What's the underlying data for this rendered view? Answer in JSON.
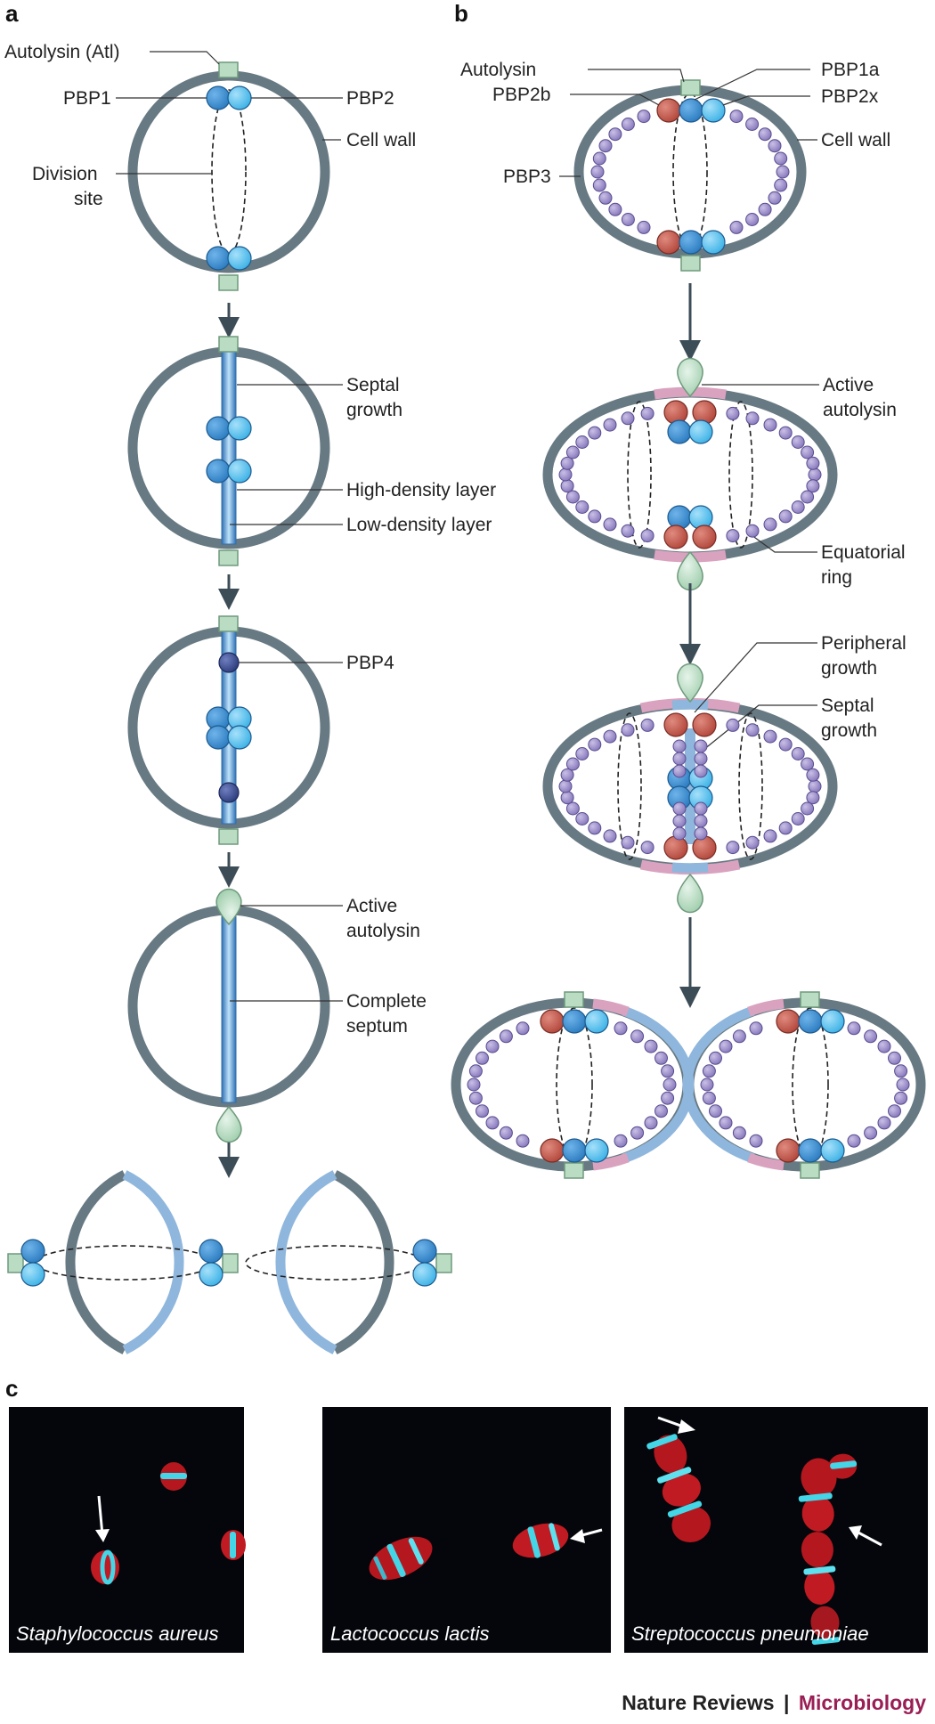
{
  "colors": {
    "cell_wall": "#677982",
    "new_wall": "#8fb6dc",
    "pink_wall": "#d9a3c0",
    "pbp_dark_blue": "#3f8fd0",
    "pbp_light_blue": "#5ec3ee",
    "pbp_red": "#c2584c",
    "pbp3_purple": "#9c8ec9",
    "pbp4_navy": "#3e4f93",
    "autolysin_green": "#b9dcc3",
    "septum_blue": "#4f95d2",
    "footer_accent": "#9a1f55"
  },
  "panel_a": {
    "letter": "a",
    "labels": {
      "autolysin_atl": "Autolysin (Atl)",
      "pbp1": "PBP1",
      "pbp2": "PBP2",
      "cell_wall": "Cell wall",
      "division_line1": "Division",
      "division_line2": "site",
      "septal_line1": "Septal",
      "septal_line2": "growth",
      "high_density": "High-density layer",
      "low_density": "Low-density layer",
      "pbp4": "PBP4",
      "active_line1": "Active",
      "active_line2": "autolysin",
      "complete_line1": "Complete",
      "complete_line2": "septum"
    }
  },
  "panel_b": {
    "letter": "b",
    "labels": {
      "autolysin": "Autolysin",
      "pbp2b": "PBP2b",
      "pbp1a": "PBP1a",
      "pbp2x": "PBP2x",
      "cell_wall": "Cell wall",
      "pbp3": "PBP3",
      "active_line1": "Active",
      "active_line2": "autolysin",
      "equatorial_line1": "Equatorial",
      "equatorial_line2": "ring",
      "peripheral_line1": "Peripheral",
      "peripheral_line2": "growth",
      "septal_line1": "Septal",
      "septal_line2": "growth"
    }
  },
  "panel_c": {
    "letter": "c",
    "images": [
      {
        "species": "Staphylococcus aureus"
      },
      {
        "species": "Lactococcus lactis"
      },
      {
        "species": "Streptococcus pneumoniae"
      }
    ]
  },
  "footer": {
    "journal": "Nature Reviews",
    "separator": "|",
    "section": "Microbiology"
  }
}
